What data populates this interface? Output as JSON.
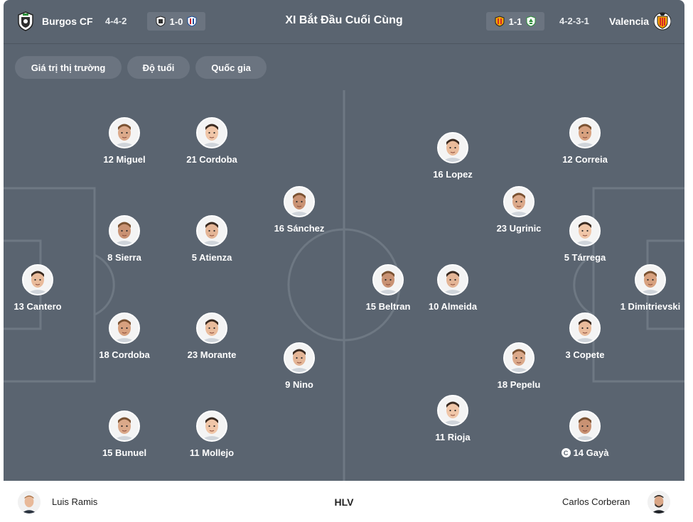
{
  "header": {
    "home_team": "Burgos CF",
    "home_formation": "4-4-2",
    "home_score": "1-0",
    "title": "XI Bắt Đầu Cuối Cùng",
    "away_score": "1-1",
    "away_formation": "4-2-3-1",
    "away_team": "Valencia"
  },
  "filters": [
    "Giá trị thị trường",
    "Độ tuổi",
    "Quốc gia"
  ],
  "home_players": [
    {
      "label": "13 Cantero"
    },
    {
      "label": "12 Miguel"
    },
    {
      "label": "21 Cordoba"
    },
    {
      "label": "8 Sierra"
    },
    {
      "label": "5 Atienza"
    },
    {
      "label": "18 Cordoba"
    },
    {
      "label": "23 Morante"
    },
    {
      "label": "15 Bunuel"
    },
    {
      "label": "11 Mollejo"
    },
    {
      "label": "16 Sánchez"
    },
    {
      "label": "9 Nino"
    }
  ],
  "away_players": [
    {
      "label": "12 Correia"
    },
    {
      "label": "16 Lopez"
    },
    {
      "label": "23 Ugrinic"
    },
    {
      "label": "5 Tárrega"
    },
    {
      "label": "15 Beltran"
    },
    {
      "label": "10 Almeida"
    },
    {
      "label": "1 Dimitrievski"
    },
    {
      "label": "3 Copete"
    },
    {
      "label": "18 Pepelu"
    },
    {
      "label": "11 Rioja"
    },
    {
      "label": "14 Gayà",
      "captain": "C"
    }
  ],
  "coaches": {
    "label": "HLV",
    "home": "Luis Ramis",
    "away": "Carlos Corberan"
  },
  "colors": {
    "pitch": "#5a6470",
    "chip": "#6b7480",
    "lines": "#6e7883"
  }
}
